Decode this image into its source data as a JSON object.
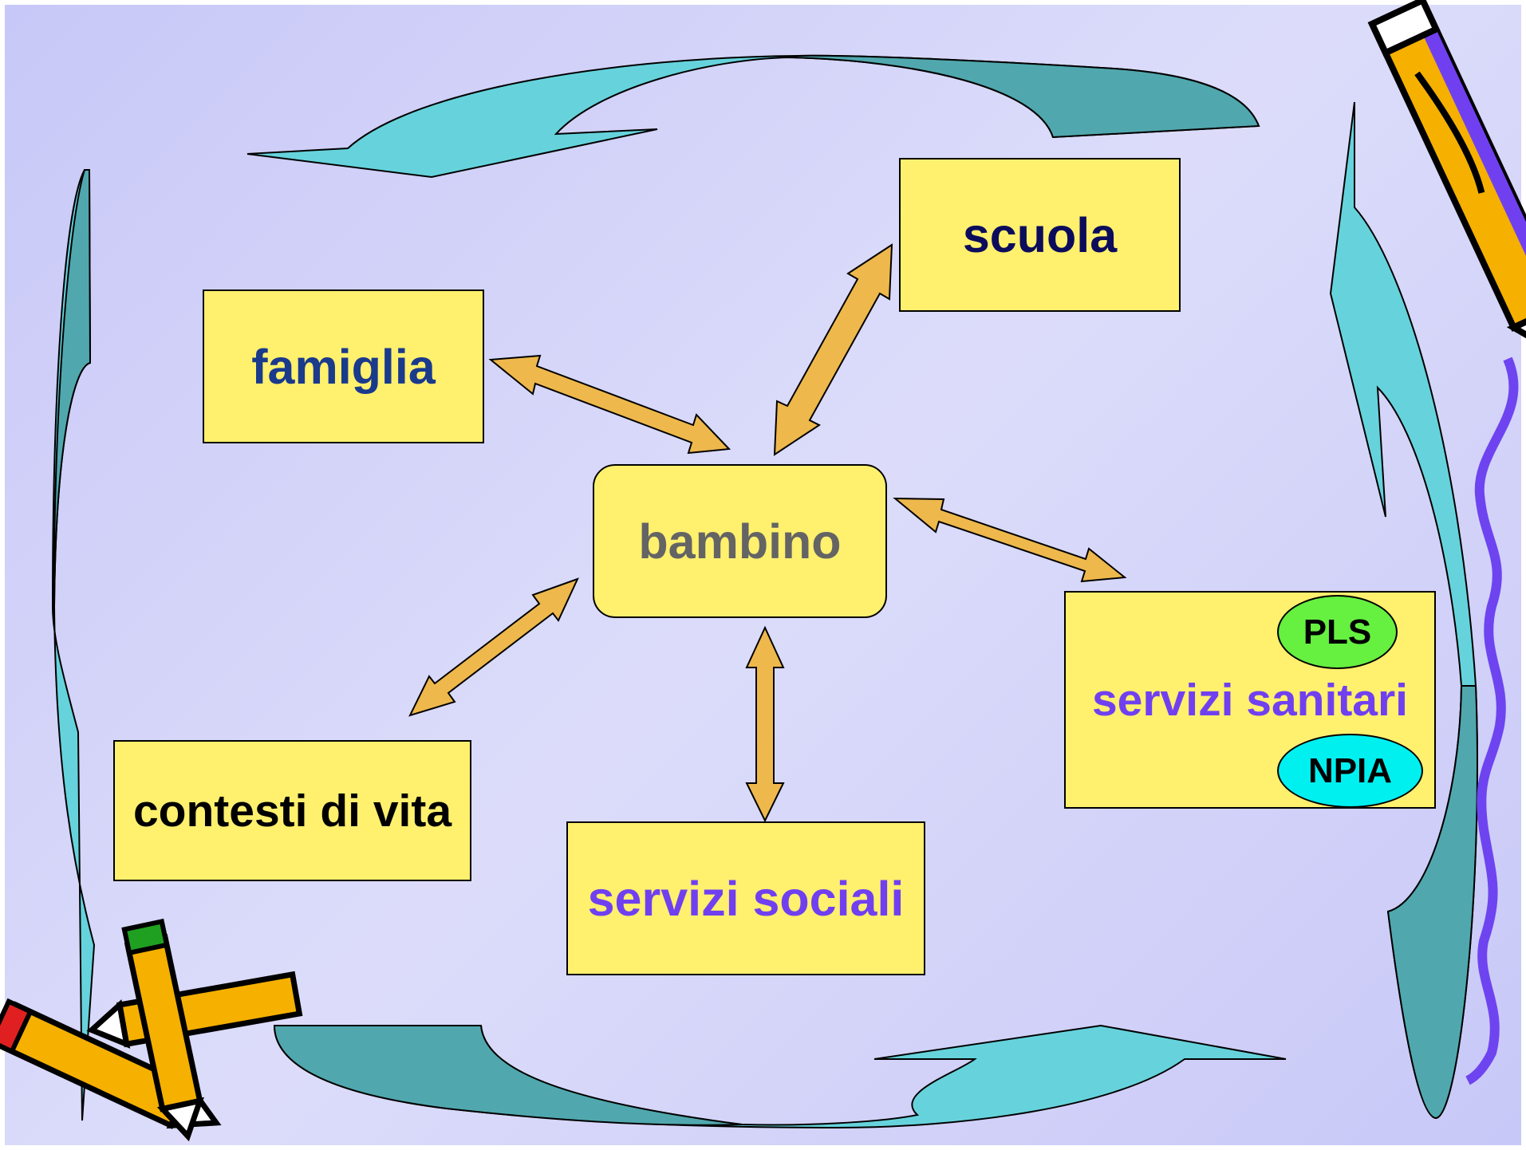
{
  "nodes": {
    "famiglia": "famiglia",
    "scuola": "scuola",
    "bambino": "bambino",
    "contesti": "contesti di vita",
    "sociali": "servizi sociali",
    "sanitari": "servizi sanitari",
    "pls": "PLS",
    "npia": "NPIA"
  },
  "colors": {
    "box_fill": "#fff06e",
    "arrow_fill": "#eeb84c",
    "swirl_light": "#66d3dc",
    "swirl_dark": "#50a8ae",
    "famiglia_text": "#1a3a8c",
    "scuola_text": "#0c0c5c",
    "bambino_text": "#646464",
    "purple_text": "#7040f0",
    "pls_fill": "#66f040",
    "npia_fill": "#00f0f0"
  },
  "links": [
    {
      "from": "famiglia",
      "to": "bambino",
      "direction": "bidirectional"
    },
    {
      "from": "scuola",
      "to": "bambino",
      "direction": "bidirectional"
    },
    {
      "from": "servizi sanitari",
      "to": "bambino",
      "direction": "bidirectional"
    },
    {
      "from": "servizi sociali",
      "to": "bambino",
      "direction": "bidirectional"
    },
    {
      "from": "contesti di vita",
      "to": "bambino",
      "direction": "bidirectional"
    }
  ],
  "decorations": [
    "cyclic-swirl-arrows",
    "pencil-clipart-top-right",
    "pencils-clipart-bottom-left",
    "purple-squiggle"
  ]
}
